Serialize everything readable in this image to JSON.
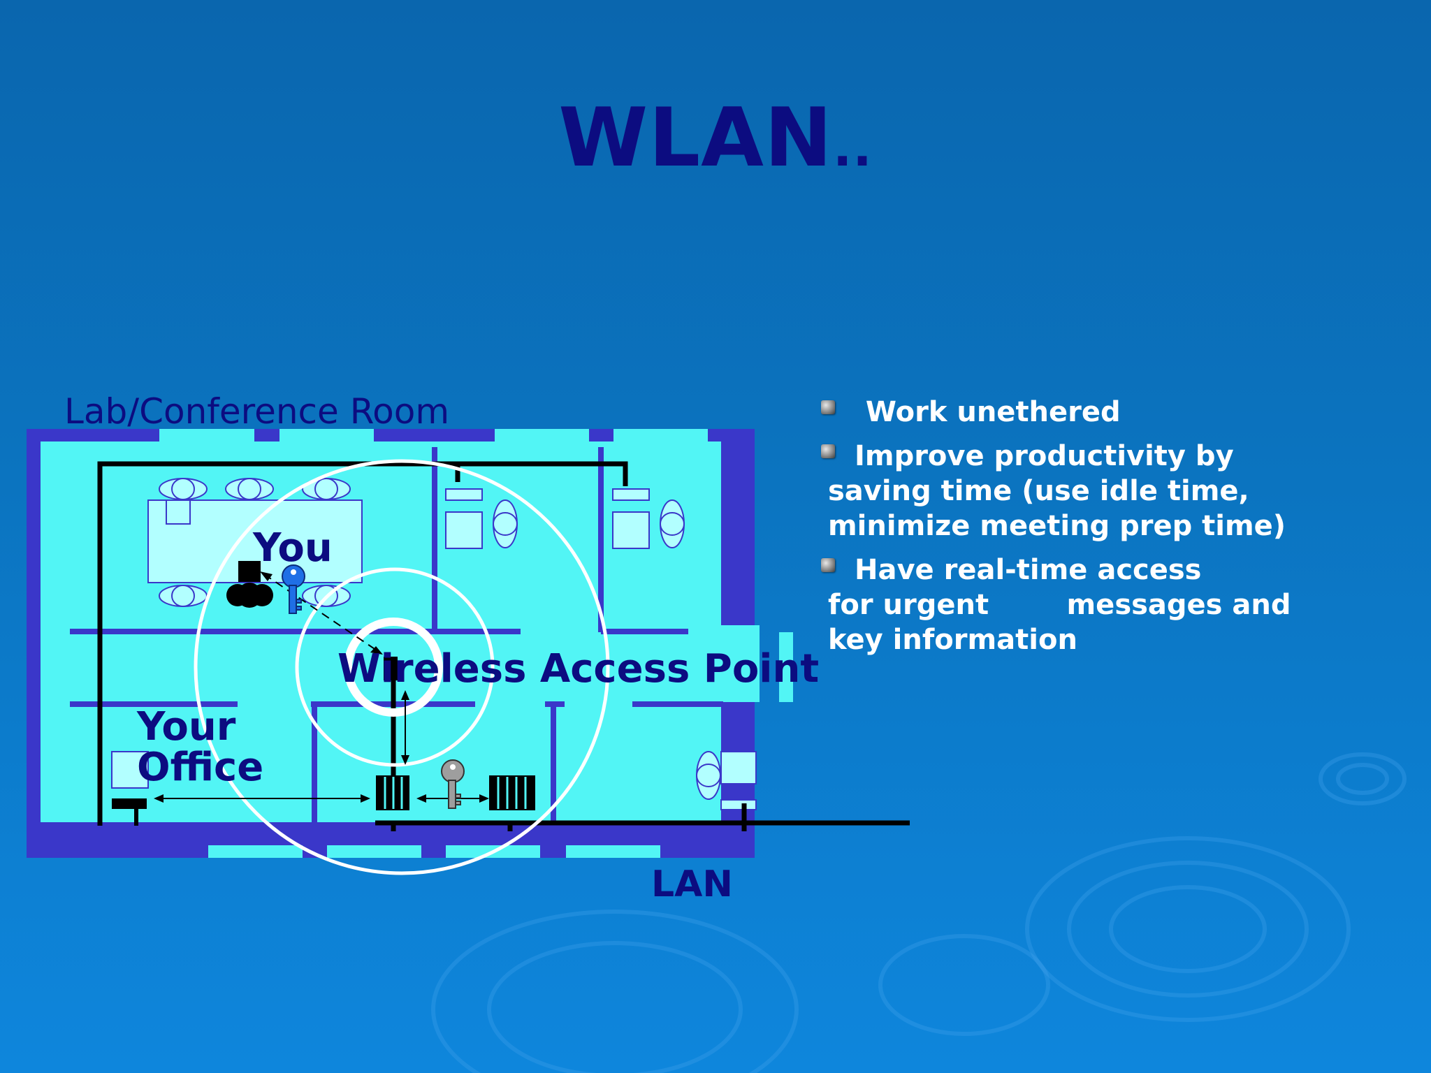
{
  "slide": {
    "title": "WLAN",
    "title_suffix": ".."
  },
  "diagram": {
    "room_label": "Lab/Conference Room",
    "you_label": "You",
    "access_point_label": "Wireless Access Point",
    "office_label_line1": "Your",
    "office_label_line2": "Office",
    "lan_label": "LAN"
  },
  "bullets": [
    {
      "lines": [
        " Work unethered"
      ]
    },
    {
      "lines": [
        "Improve productivity by",
        "saving time (use idle time,",
        "minimize meeting prep time)"
      ]
    },
    {
      "lines": [
        "Have real-time access",
        "for urgent        messages and",
        "key information"
      ]
    }
  ],
  "colors": {
    "title": "#0c0c80",
    "floor": "#52f5f5",
    "wall": "#3a37c9",
    "text": "#ffffff"
  }
}
